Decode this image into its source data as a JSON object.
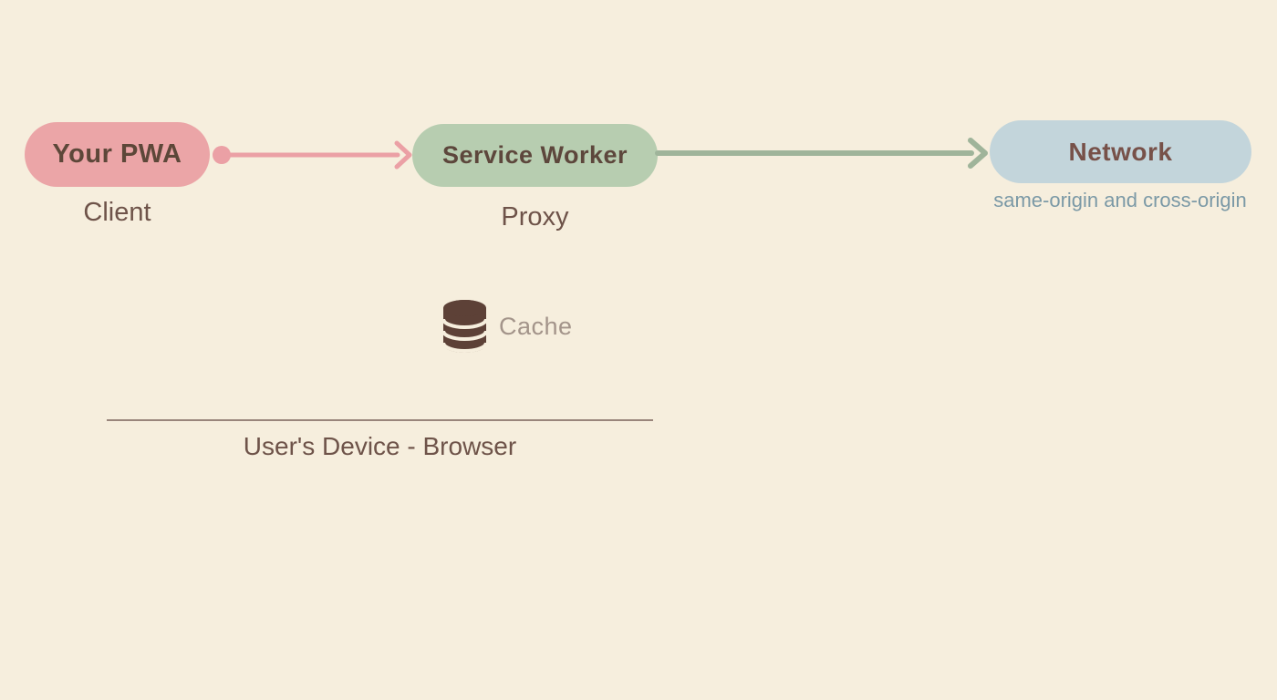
{
  "diagram": {
    "title_hint": "PWA service worker request flow",
    "background_color": "#f6eedd",
    "nodes": [
      {
        "id": "your-pwa",
        "label": "Your PWA",
        "sublabel": "Client",
        "fill_color": "#eba5a7",
        "label_color": "#5d4739"
      },
      {
        "id": "service-worker",
        "label": "Service Worker",
        "sublabel": "Proxy",
        "fill_color": "#b7cdb0",
        "label_color": "#5d473c"
      },
      {
        "id": "network",
        "label": "Network",
        "sublabel": "same-origin and cross-origin",
        "fill_color": "#c3d5db",
        "label_color": "#775149",
        "sublabel_color": "#7b99a6"
      }
    ],
    "edges": [
      {
        "from": "your-pwa",
        "to": "service-worker",
        "color": "#eba0a5",
        "style": "dot-start, open-chevron-arrow-end"
      },
      {
        "from": "service-worker",
        "to": "network",
        "color": "#9fb49a",
        "style": "open-chevron-arrow-end"
      }
    ],
    "cache": {
      "icon": "database-icon",
      "icon_color": "#5d4137",
      "label": "Cache",
      "label_color": "#a3948a"
    },
    "boundary": {
      "label": "User's Device - Browser",
      "line_color": "#99857b",
      "label_color": "#6e5349"
    }
  }
}
